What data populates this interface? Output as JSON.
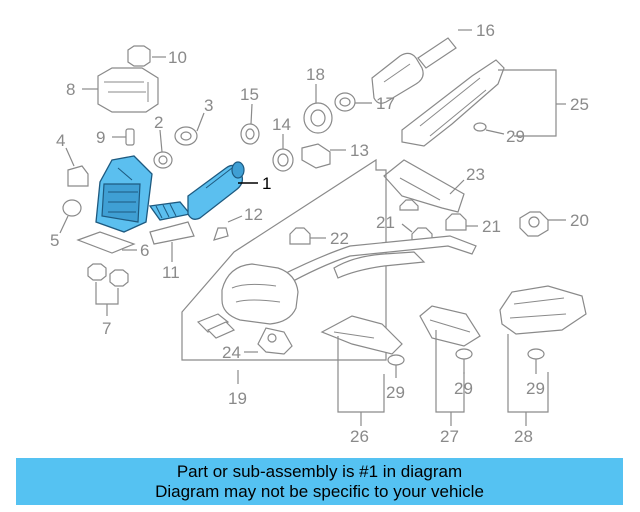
{
  "callouts": {
    "c1": "1",
    "c2": "2",
    "c3": "3",
    "c4": "4",
    "c5": "5",
    "c6": "6",
    "c7": "7",
    "c8": "8",
    "c9": "9",
    "c10": "10",
    "c11": "11",
    "c12": "12",
    "c13": "13",
    "c14": "14",
    "c15": "15",
    "c16": "16",
    "c17": "17",
    "c18": "18",
    "c19": "19",
    "c20": "20",
    "c21a": "21",
    "c21b": "21",
    "c22": "22",
    "c23": "23",
    "c24": "24",
    "c25": "25",
    "c26": "26",
    "c27": "27",
    "c28": "28",
    "c29a": "29",
    "c29b": "29",
    "c29c": "29",
    "c29d": "29"
  },
  "highlighted_part": "1",
  "colors": {
    "highlight": "#5bbfef",
    "banner": "#55c2f2",
    "lines": "#8a8a8a"
  },
  "banner": {
    "line1": "Part or sub-assembly is #1 in diagram",
    "line2": "Diagram may not be specific to your vehicle"
  }
}
